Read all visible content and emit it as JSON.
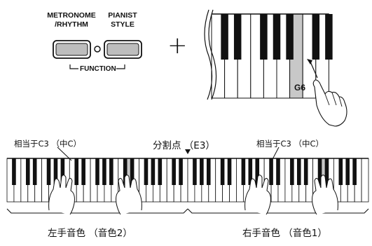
{
  "buttons": {
    "metronome_label": "METRONOME\n/RHYTHM",
    "pianist_label": "PIANIST\nSTYLE",
    "function_label": "FUNCTION"
  },
  "plus_symbol": "+",
  "key_callout": "G6",
  "split": {
    "label": "分割点 （E3）",
    "left_marker": "相当于C3 （中C）",
    "right_marker": "相当于C3 （中C）"
  },
  "voices": {
    "left": "左手音色 （音色2）",
    "right": "右手音色 （音色1）"
  },
  "colors": {
    "highlight_key": "#c8c8c8",
    "button_fill": "#bdbdbd"
  }
}
